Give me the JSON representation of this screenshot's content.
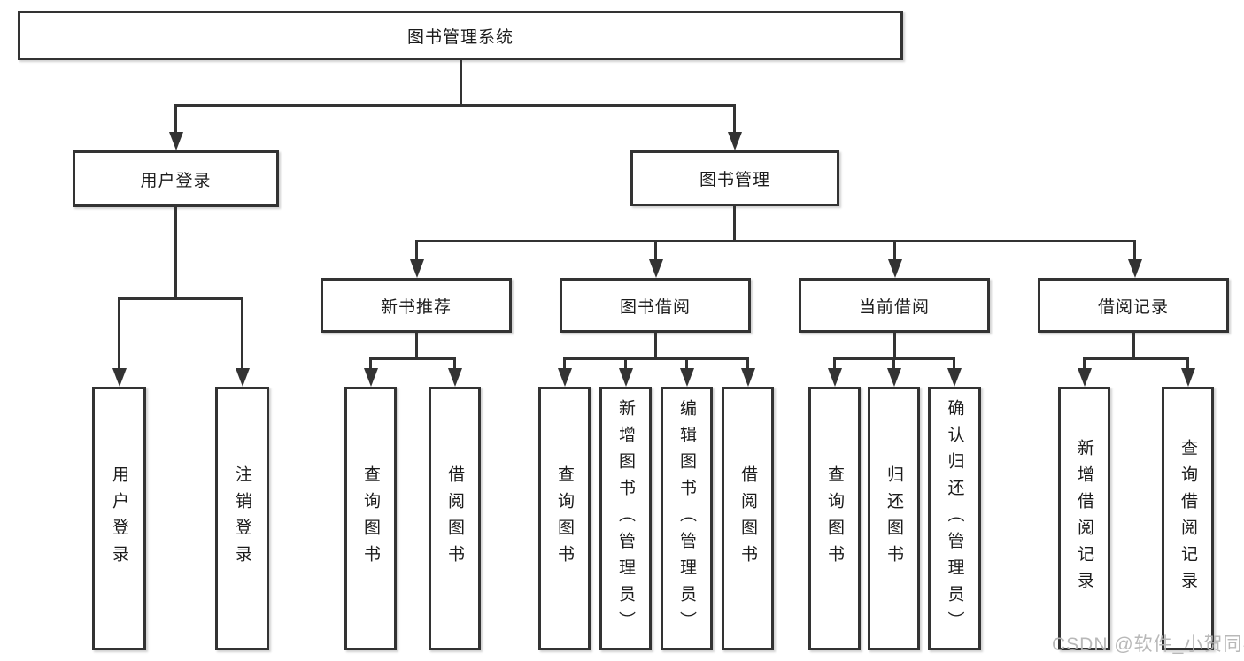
{
  "diagram": {
    "root": {
      "label": "图书管理系统"
    },
    "branches": [
      {
        "label": "用户登录",
        "children": [
          "用户登录",
          "注销登录"
        ]
      },
      {
        "label": "图书管理",
        "groups": [
          {
            "label": "新书推荐",
            "children": [
              "查询图书",
              "借阅图书"
            ]
          },
          {
            "label": "图书借阅",
            "children": [
              "查询图书",
              "新增图书（管理员）",
              "编辑图书（管理员）",
              "借阅图书"
            ]
          },
          {
            "label": "当前借阅",
            "children": [
              "查询图书",
              "归还图书",
              "确认归还（管理员）"
            ]
          },
          {
            "label": "借阅记录",
            "children": [
              "新增借阅记录",
              "查询借阅记录"
            ]
          }
        ]
      }
    ]
  },
  "watermark": "CSDN @软件_小贺同学",
  "colors": {
    "line": "#333333",
    "text": "#1c1c1c",
    "watermark": "#b4b4b4",
    "background": "#ffffff"
  }
}
